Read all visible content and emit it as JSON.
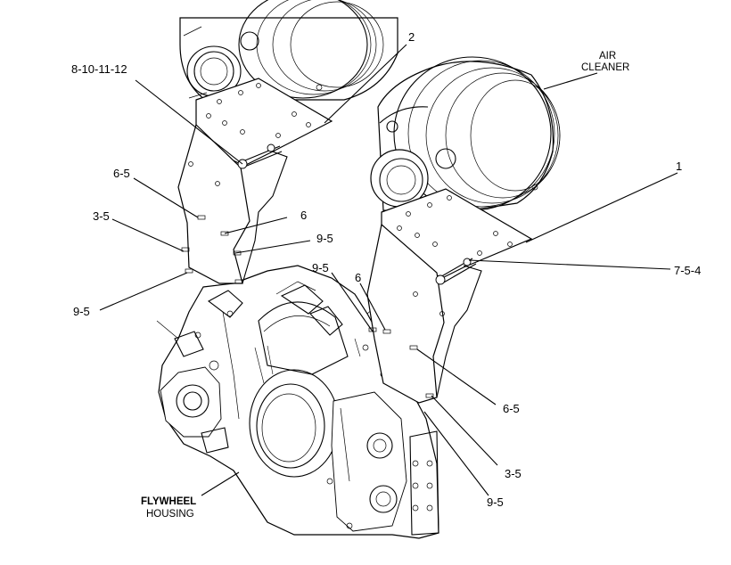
{
  "callouts": {
    "c_2": "2",
    "c_8_10_11_12": "8-10-11-12",
    "c_6_5_left": "6-5",
    "c_6_left": "6",
    "c_3_5_left": "3-5",
    "c_9_5_left_mid": "9-5",
    "c_9_5_left_low": "9-5",
    "c_9_5_center": "9-5",
    "c_6_center": "6",
    "c_1": "1",
    "c_7_5_4": "7-5-4",
    "c_6_5_right": "6-5",
    "c_3_5_right": "3-5",
    "c_9_5_right": "9-5"
  },
  "labels": {
    "air_cleaner_line1": "AIR",
    "air_cleaner_line2": "CLEANER",
    "flywheel_line1": "FLYWHEEL",
    "flywheel_line2": "HOUSING"
  }
}
